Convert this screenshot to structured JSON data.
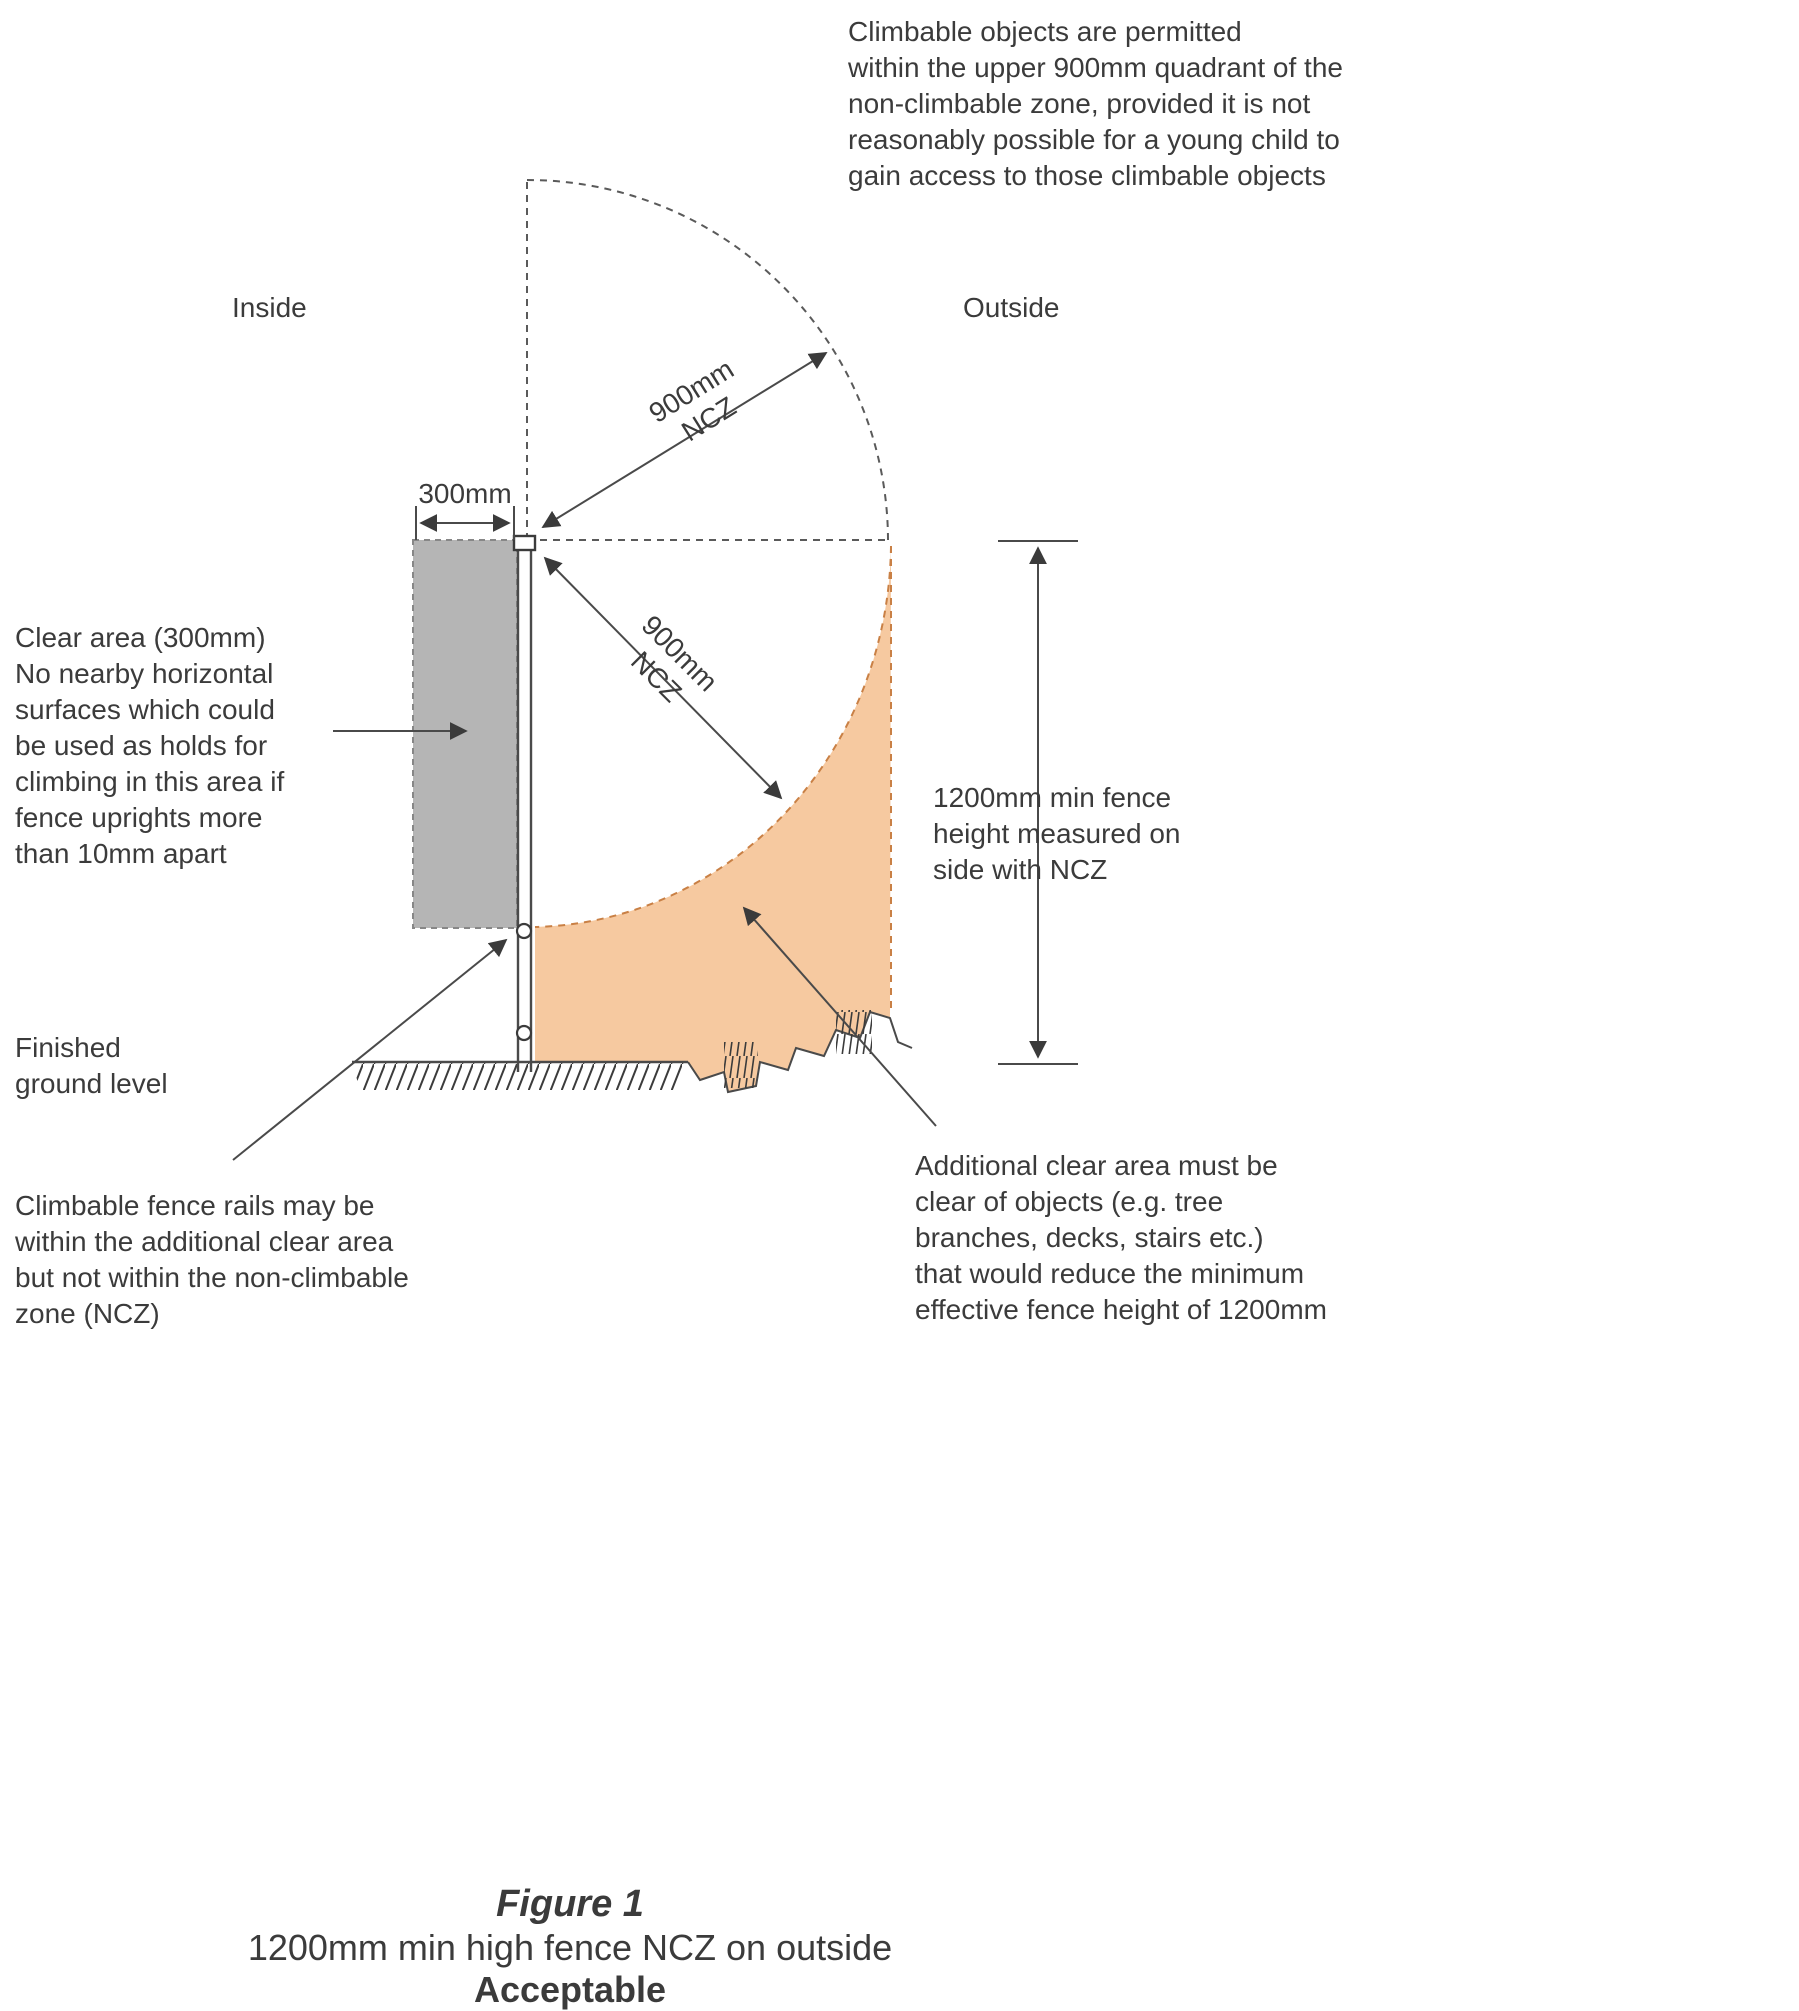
{
  "notes": {
    "climbable_objects": "Climbable objects are permitted\nwithin the upper 900mm quadrant of the\nnon-climbable zone, provided it is not\nreasonably possible for a young child to\ngain access to those climbable objects",
    "clear_area": "Clear area (300mm)\nNo nearby horizontal\nsurfaces which could\nbe used as holds for\nclimbing in this area if\nfence uprights more\nthan 10mm apart",
    "finished_ground": "Finished\nground level",
    "climbable_rails": "Climbable fence rails may be\nwithin the additional clear area\nbut not within the non-climbable\nzone (NCZ)",
    "additional_clear": "Additional clear area must be\nclear of objects (e.g. tree\nbranches, decks, stairs etc.)\nthat would reduce the minimum\neffective fence height of 1200mm",
    "fence_height": "1200mm min fence\nheight measured on\nside with NCZ"
  },
  "labels": {
    "inside": "Inside",
    "outside": "Outside",
    "dim_300": "300mm",
    "ncz_upper": "900mm\nNCZ",
    "ncz_lower": "900mm\nNCZ"
  },
  "caption": {
    "figure": "Figure 1",
    "title": "1200mm min high fence NCZ on outside",
    "status": "Acceptable"
  },
  "colors": {
    "text": "#3b3b3b",
    "line": "#4a4a4a",
    "ncz_fill": "#f6c9a0",
    "ncz_stroke": "#c98045",
    "clear_area_fill": "#b5b5b5"
  }
}
